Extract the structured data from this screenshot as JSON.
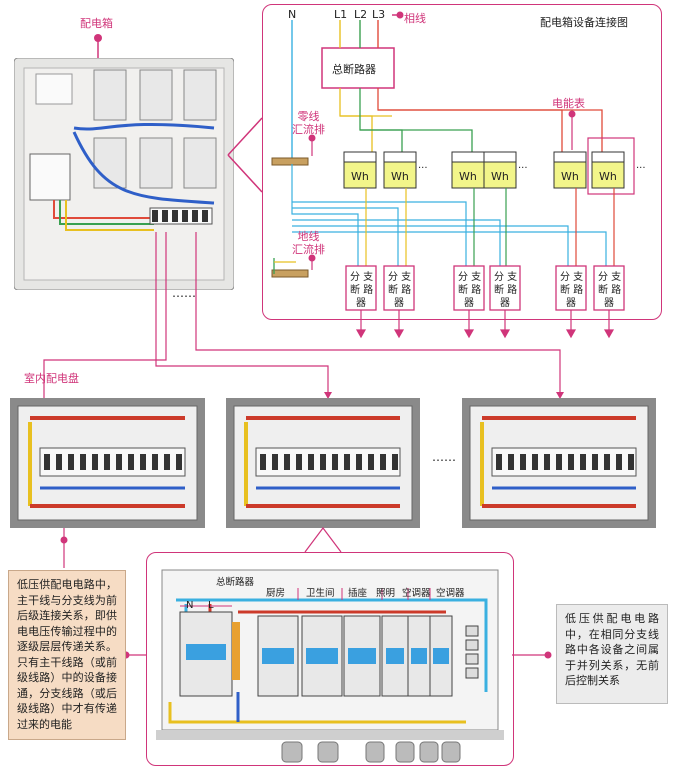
{
  "top_labels": {
    "distribution_box": "配电箱",
    "indoor_panel": "室内配电盘",
    "diagram_title": "配电箱设备连接图",
    "phase_line": "相线",
    "meter": "电能表",
    "neutral_bus": "零线\n汇流排",
    "ground_bus": "地线\n汇流排",
    "main_breaker": "总断路器",
    "n_label": "N",
    "l1": "L1",
    "l2": "L2",
    "l3": "L3",
    "wh": "Wh",
    "branch_breaker": "分支断路器",
    "ellipsis": "……",
    "dots": "..."
  },
  "bottom_panel": {
    "main_breaker": "总断路器",
    "circuits": [
      "厨房",
      "卫生间",
      "插座",
      "照明",
      "空调器",
      "空调器"
    ],
    "n": "N",
    "l": "L"
  },
  "notes": {
    "left": "低压供配电电路中，主干线与分支线为前后级连接关系，即供电电压传输过程中的逐级层层传递关系。只有主干线路（或前级线路）中的设备接通，分支线路（或后级线路）中才有传递过来的电能",
    "right": "低压供配电电路中，在相同分支线路中各设备之间属于并列关系，无前后控制关系"
  },
  "colors": {
    "accent": "#d0357a",
    "note_bg": "#f6dcc4",
    "right_note_bg": "#ececec",
    "meter_fill": "#f2f58a",
    "l1": "#e8c020",
    "l2": "#3aa050",
    "l3": "#e04a3a",
    "neutral": "#3ab0e0"
  }
}
